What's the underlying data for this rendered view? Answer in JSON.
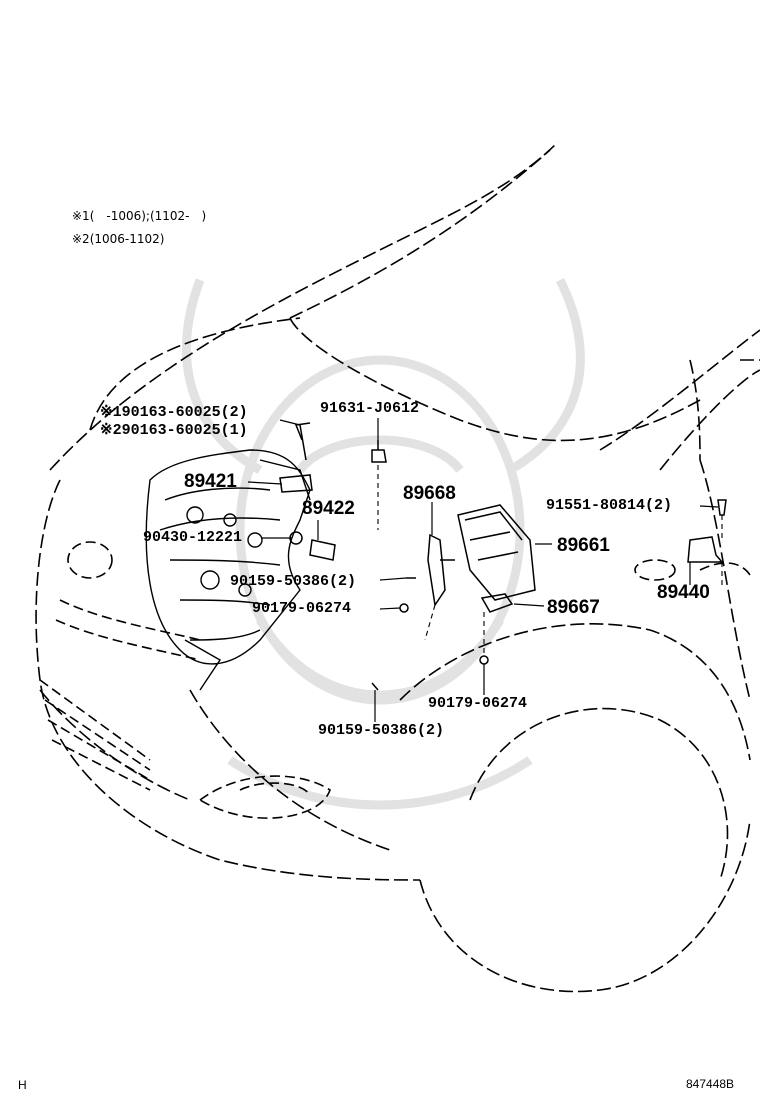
{
  "notes": [
    "※1( -1006);(1102- )",
    "※2(1006-1102)"
  ],
  "labels": {
    "p_90163_1": "※190163-60025(2)",
    "p_90163_2": "※290163-60025(1)",
    "p_91631": "91631-J0612",
    "p_89421": "89421",
    "p_89422": "89422",
    "p_89668": "89668",
    "p_91551": "91551-80814(2)",
    "p_90430": "90430-12221",
    "p_89661": "89661",
    "p_90159_a": "90159-50386(2)",
    "p_89440": "89440",
    "p_90179_a": "90179-06274",
    "p_89667": "89667",
    "p_90179_b": "90179-06274",
    "p_90159_b": "90159-50386(2)"
  },
  "footer": {
    "left": "H",
    "right": "847448B"
  }
}
